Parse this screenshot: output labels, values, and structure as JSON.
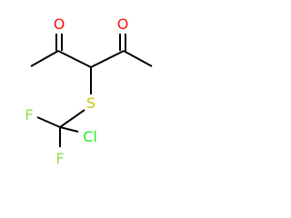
{
  "molecule": {
    "atoms": {
      "o_left": "O",
      "o_right": "O",
      "s": "S",
      "f_top": "F",
      "f_bottom": "F",
      "cl": "Cl"
    },
    "colors": {
      "O": "#ff0d0d",
      "S": "#c6c600",
      "F": "#90e050",
      "Cl": "#1ff01f",
      "bond": "#000000"
    }
  }
}
